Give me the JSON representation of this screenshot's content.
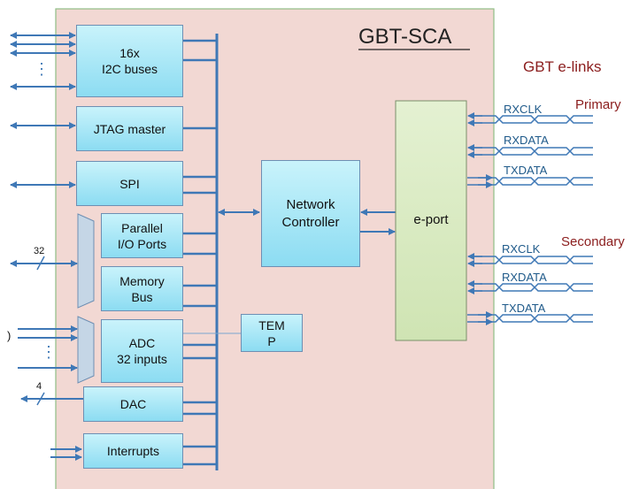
{
  "chip": {
    "title": "GBT-SCA"
  },
  "blocks": {
    "i2c": "16x\nI2C buses",
    "jtag": "JTAG master",
    "spi": "SPI",
    "gpio": "Parallel\nI/O Ports",
    "memory": "Memory\nBus",
    "adc": "ADC\n32 inputs",
    "dac": "DAC",
    "interrupts": "Interrupts",
    "network": "Network\nController",
    "temp": "TEM\nP",
    "eport": "e-port"
  },
  "elinks": {
    "title": "GBT e-links",
    "primary": "Primary",
    "secondary": "Secondary",
    "primary_signals": [
      "RXCLK",
      "RXDATA",
      "TXDATA"
    ],
    "secondary_signals": [
      "RXCLK",
      "RXDATA",
      "TXDATA"
    ]
  },
  "bus_widths": {
    "gpio": "32",
    "dac": "4"
  },
  "glyphs": {
    "ellipsis": "⋮",
    "paren": ")"
  },
  "colors": {
    "chip_bg": "#f2d8d3",
    "chip_border": "#8fbf86",
    "block_fill": "#a8e6f7",
    "eport_fill": "#d6e9bf",
    "mux_fill": "#c5d6e6",
    "wire": "#3f78b6",
    "signal_text": "#1f5a8a",
    "group_text": "#8b1d1d"
  }
}
